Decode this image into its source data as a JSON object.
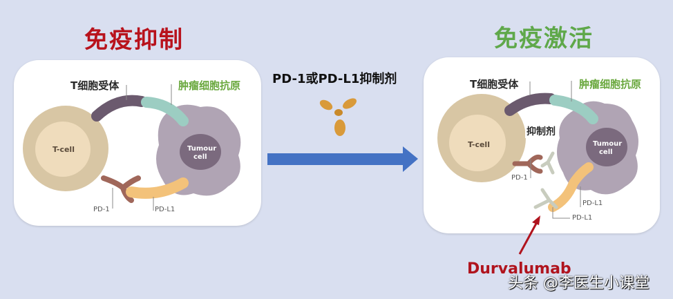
{
  "left": {
    "title": "免疫抑制",
    "tcr_label": "T细胞受体",
    "antigen_label": "肿瘤细胞抗原",
    "tcell_label": "T-cell",
    "tumour_label_1": "Tumour",
    "tumour_label_2": "cell",
    "pd1_label": "PD-1",
    "pdl1_label": "PD-L1"
  },
  "middle": {
    "label": "PD-1或PD-L1抑制剂",
    "arrow_color": "#4472c4"
  },
  "right": {
    "title": "免疫激活",
    "tcr_label": "T细胞受体",
    "antigen_label": "肿瘤细胞抗原",
    "tcell_label": "T-cell",
    "tumour_label_1": "Tumour",
    "tumour_label_2": "cell",
    "inhibitor_label": "抑制剂",
    "pd1_label": "PD-1",
    "pdl1_label_1": "PD-L1",
    "pdl1_label_2": "PD-L1",
    "drug_label": "Durvalumab"
  },
  "watermark": "头条 @李医生小课堂",
  "colors": {
    "inhibition_title": "#b8121c",
    "activation_title": "#5fa84a",
    "background": "#d9dff0"
  }
}
